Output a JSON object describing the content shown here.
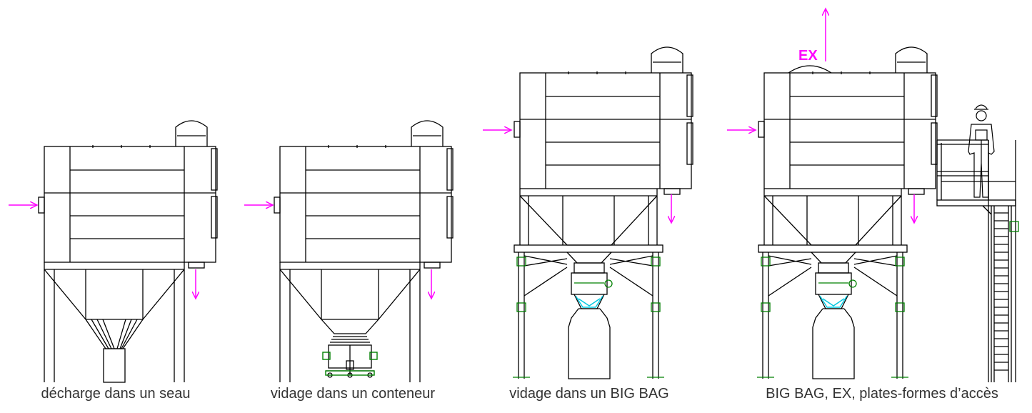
{
  "colors": {
    "line": "#000000",
    "flow_arrow": "#ff00ff",
    "valve_green": "#008000",
    "liner_cyan": "#00c8e0",
    "caption_text": "#333333"
  },
  "panels": [
    {
      "caption": "décharge dans un seau",
      "outlet": "bucket"
    },
    {
      "caption": "vidage dans un conteneur",
      "outlet": "container"
    },
    {
      "caption": "vidage dans un BIG BAG",
      "outlet": "bigbag"
    },
    {
      "caption": "BIG BAG, EX, plates-formes d’accès",
      "outlet": "bigbag",
      "ex_label": "EX",
      "has_platform": true
    }
  ]
}
